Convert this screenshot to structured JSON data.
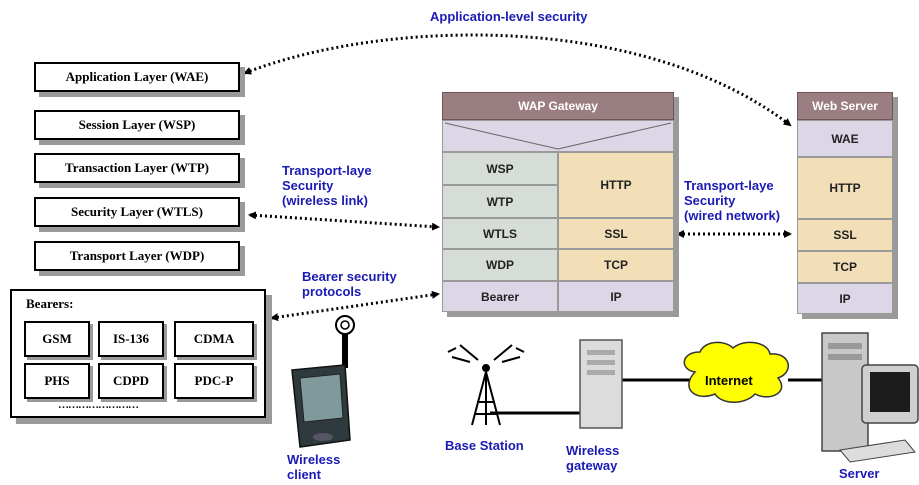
{
  "title": "Application-level security",
  "protocol_stack": {
    "application": "Application Layer (WAE)",
    "session": "Session Layer (WSP)",
    "transaction": "Transaction Layer (WTP)",
    "security": "Security Layer (WTLS)",
    "transport": "Transport Layer (WDP)"
  },
  "bearers": {
    "title": "Bearers:",
    "items": [
      "GSM",
      "IS-136",
      "CDMA",
      "PHS",
      "CDPD",
      "PDC-P"
    ],
    "more": "……………………"
  },
  "labels": {
    "transport_wireless": [
      "Transport-laye",
      "Security",
      "(wireless link)"
    ],
    "transport_wired": [
      "Transport-laye",
      "Security",
      "(wired network)"
    ],
    "bearer_security": [
      "Bearer security",
      "protocols"
    ]
  },
  "gateway": {
    "title": "WAP Gateway",
    "left": [
      "WSP",
      "WTP",
      "WTLS",
      "WDP",
      "Bearer"
    ],
    "right": [
      "HTTP",
      "SSL",
      "TCP",
      "IP"
    ]
  },
  "web_server": {
    "title": "Web Server",
    "layers": [
      "WAE",
      "HTTP",
      "SSL",
      "TCP",
      "IP"
    ]
  },
  "devices": {
    "client": [
      "Wireless",
      "client"
    ],
    "base_station": "Base Station",
    "gateway": [
      "Wireless",
      "gateway"
    ],
    "internet": "Internet",
    "server": "Server"
  },
  "colors": {
    "label_blue": "#1a1ab5",
    "header": "#9b7e81",
    "green_cell": "#d6ddd6",
    "tan_cell": "#f2dfb8",
    "lavender_cell": "#dcd6e6",
    "cloud": "#ffff00"
  }
}
